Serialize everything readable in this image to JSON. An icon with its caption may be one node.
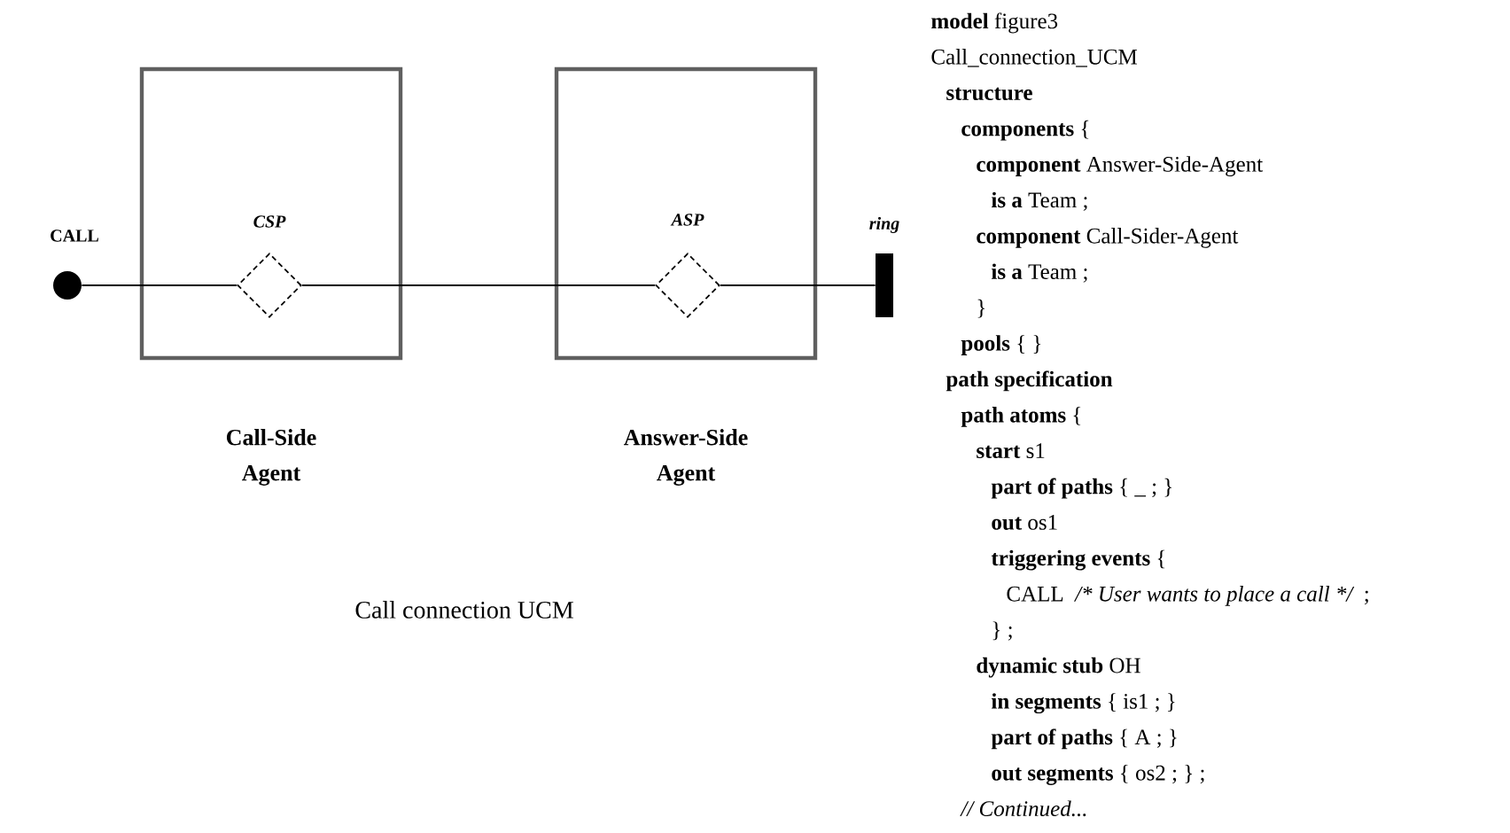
{
  "diagram": {
    "caption": "Call connection UCM",
    "nodes": [
      {
        "text": [
          "CALL"
        ]
      },
      {
        "text": [
          "Call-Side Agent"
        ]
      },
      {
        "text": [
          "CSP"
        ],
        "in": 1
      },
      {
        "text": [
          "Answer-Side Agent"
        ]
      },
      {
        "text": [
          "ASP"
        ],
        "in": 3
      },
      {
        "text": [
          "ring"
        ]
      }
    ],
    "edges": [
      {
        "from": 0,
        "to": 2,
        "arrow": "none"
      },
      {
        "from": 2,
        "to": 4,
        "arrow": "none"
      },
      {
        "from": 4,
        "to": 5,
        "arrow": "none"
      }
    ],
    "labels": [
      "**model** figure3",
      "Call_connection_UCM",
      "structure",
      "**components** {",
      "**component** Answer-Side-Agent",
      "**is a** Team ;",
      "**component** Call-Sider-Agent",
      "**is a** Team ;",
      "}",
      "**pools** { }",
      "path specification",
      "**path atoms** {",
      "**start** s1",
      "**part of paths** { _ ; }",
      "**out** os1",
      "**triggering events** {",
      "CALL",
      "/* User wants to place a call */",
      ";",
      "} ;",
      "**dynamic stub** OH",
      "**in segments** { is1 ; }",
      "**part of paths** { A ; }",
      "**out segments** { os2 ; } ;",
      "// Continued..."
    ]
  }
}
